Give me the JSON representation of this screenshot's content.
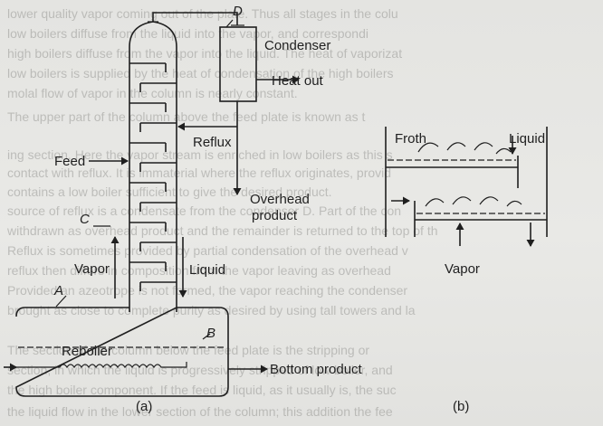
{
  "diagram_a": {
    "point_labels": {
      "a": "A",
      "b": "B",
      "c": "C",
      "d": "D"
    },
    "condenser": "Condenser",
    "heat_out": "Heat out",
    "reflux": "Reflux",
    "feed": "Feed",
    "overhead_product": [
      "Overhead",
      "product"
    ],
    "vapor": "Vapor",
    "liquid": "Liquid",
    "reboiler": "Reboiler",
    "bottom_product": "Bottom product",
    "caption": "(a)"
  },
  "diagram_b": {
    "froth": "Froth",
    "liquid": "Liquid",
    "vapor": "Vapor",
    "caption": "(b)"
  },
  "bleed_through_lines": [
    "lower quality vapor coming out of the plate. Thus all stages in the colu",
    "low boilers diffuse from the liquid into the vapor, and correspondi",
    "high boilers diffuse from the vapor into the liquid. The heat of vaporizat",
    "low boilers is supplied by the heat of condensation of the high boilers",
    "molal flow of vapor in the column is nearly constant.",
    "The upper part of the column above the feed plate is known as t",
    "ing section. Here the vapor stream is enriched in low boilers as this s",
    "contact with reflux. It is immaterial where the reflux originates, provid",
    "contains a low boiler sufficient to give the desired product.",
    "source of reflux is a condensate from the condenser D. Part of the con",
    "withdrawn as overhead product and the remainder is returned to the top of th",
    "Reflux is sometimes provided by partial condensation of the overhead v",
    "reflux then differs in composition from the vapor leaving as overhead",
    "Provided an azeotrope is not formed, the vapor reaching the condenser",
    "brought as close to complete purity as desired by using tall towers and la",
    "The section of the column below the feed plate is the stripping or",
    "section, in which the liquid is progressively stripped of low boiler, and",
    "the high boiler component. If the feed is liquid, as it usually is, the suc",
    "the liquid flow in the lower section of the column; this addition the fee"
  ]
}
